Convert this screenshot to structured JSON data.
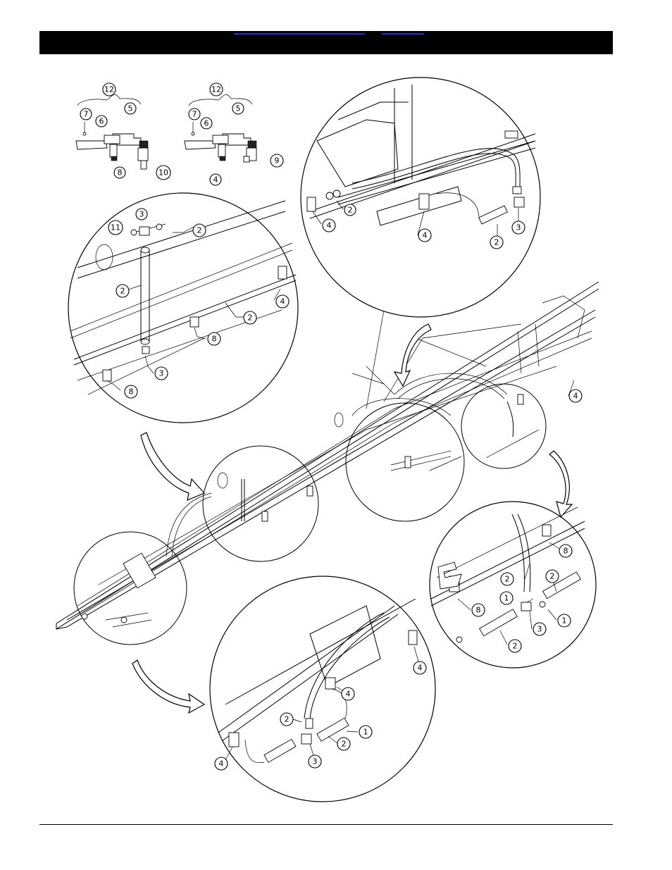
{
  "header": {},
  "callouts": {
    "c12a": "12",
    "c7a": "7",
    "c6a": "6",
    "c5a": "5",
    "c8a": "8",
    "c10": "10",
    "c12b": "12",
    "c7b": "7",
    "c6b": "6",
    "c5b": "5",
    "c4b": "4",
    "c9": "9",
    "d1_3a": "3",
    "d1_2a": "2",
    "d1_11": "11",
    "d1_2b": "2",
    "d1_2c": "2",
    "d1_4": "4",
    "d1_8a": "8",
    "d1_3b": "3",
    "d1_8b": "8",
    "d2_2a": "2",
    "d2_4a": "4",
    "d2_4b": "4",
    "d2_2b": "2",
    "d2_3": "3",
    "main_4": "4",
    "d3_8a": "8",
    "d3_2a": "2",
    "d3_2b": "2",
    "d3_1a": "1",
    "d3_8b": "8",
    "d3_3": "3",
    "d3_1b": "1",
    "d3_2c": "2",
    "d4_4a": "4",
    "d4_4b": "4",
    "d4_2a": "2",
    "d4_1": "1",
    "d4_2b": "2",
    "d4_4c": "4",
    "d4_3": "3"
  },
  "icons": [
    "curved-arrow-icon",
    "nozzle-body-icon",
    "clamp-bracket-icon",
    "hose-tee-icon"
  ]
}
